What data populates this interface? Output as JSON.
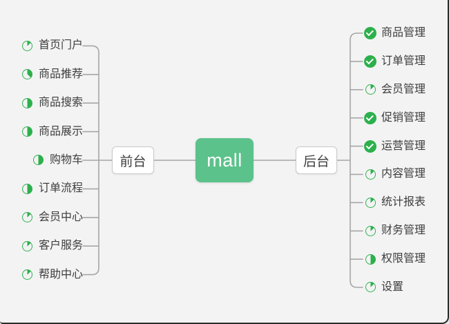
{
  "colors": {
    "background": "#f3f3f4",
    "mall_green": "#5cc28b",
    "icon_green": "#2db04c",
    "line_gray": "#a6a6a6",
    "node_border": "#c9c9c9",
    "text_dark": "#3d3d3d",
    "frame_dark": "#2b2b2b"
  },
  "root": {
    "label": "mall"
  },
  "branches": [
    {
      "label": "前台",
      "side": "left",
      "items": [
        {
          "label": "首页门户",
          "progress": 0.125
        },
        {
          "label": "商品推荐",
          "progress": 0.375
        },
        {
          "label": "商品搜索",
          "progress": 0.5
        },
        {
          "label": "商品展示",
          "progress": 0.5
        },
        {
          "label": "购物车",
          "progress": 0.5
        },
        {
          "label": "订单流程",
          "progress": 0.5
        },
        {
          "label": "会员中心",
          "progress": 0.125
        },
        {
          "label": "客户服务",
          "progress": 0.125
        },
        {
          "label": "帮助中心",
          "progress": 0.125
        }
      ]
    },
    {
      "label": "后台",
      "side": "right",
      "items": [
        {
          "label": "商品管理",
          "progress": 1
        },
        {
          "label": "订单管理",
          "progress": 1
        },
        {
          "label": "会员管理",
          "progress": 0.125
        },
        {
          "label": "促销管理",
          "progress": 1
        },
        {
          "label": "运营管理",
          "progress": 1
        },
        {
          "label": "内容管理",
          "progress": 0.125
        },
        {
          "label": "统计报表",
          "progress": 0.125
        },
        {
          "label": "财务管理",
          "progress": 0.125
        },
        {
          "label": "权限管理",
          "progress": 0.5
        },
        {
          "label": "设置",
          "progress": 0.125
        }
      ]
    }
  ]
}
